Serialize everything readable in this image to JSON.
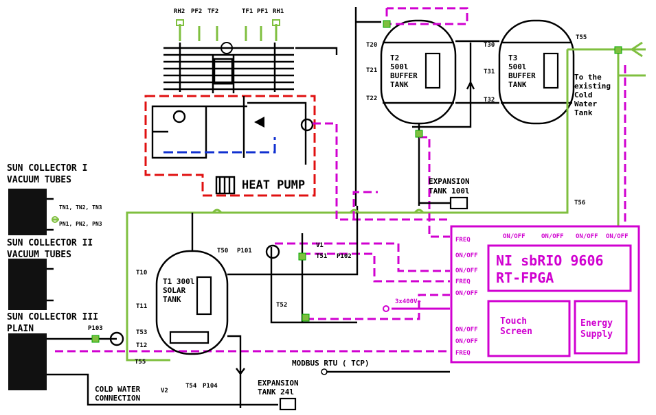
{
  "collectors": {
    "c1_title": "SUN COLLECTOR I",
    "c1_sub": "VACUUM TUBES",
    "c2_title": "SUN COLLECTOR II",
    "c2_sub": "VACUUM TUBES",
    "c3_title": "SUN COLLECTOR III",
    "c3_sub": "PLAIN",
    "sensors_t": "TN1, TN2, TN3",
    "sensors_p": "PN1, PN2, PN3"
  },
  "heat_pump": {
    "label": "HEAT PUMP",
    "top_sensors": [
      "RH2",
      "PF2",
      "TF2",
      "TF1",
      "PF1",
      "RH1"
    ]
  },
  "solar_tank": {
    "line1": "T1 300l",
    "line2": "SOLAR",
    "line3": "TANK",
    "sensors": [
      "T10",
      "T11",
      "T12",
      "T53",
      "T55",
      "T54",
      "P104",
      "T50",
      "P101",
      "T51",
      "P102",
      "T52",
      "V1",
      "V2",
      "P103"
    ]
  },
  "buffer_t2": {
    "line1": "T2",
    "line2": "500l",
    "line3": "BUFFER",
    "line4": "TANK",
    "sensors": [
      "T20",
      "T21",
      "T22"
    ]
  },
  "buffer_t3": {
    "line1": "T3",
    "line2": "500l",
    "line3": "BUFFER",
    "line4": "TANK",
    "sensors": [
      "T30",
      "T31",
      "T32"
    ]
  },
  "cold_tank_note": [
    "To the",
    "existing",
    "Cold",
    "Water",
    "Tank"
  ],
  "sensor_t55_top": "T55",
  "sensor_t56": "T56",
  "expansion_large": [
    "EXPANSION",
    "TANK 100l"
  ],
  "expansion_small": [
    "EXPANSION",
    "TANK 24l"
  ],
  "cold_water": [
    "COLD WATER",
    "CONNECTION"
  ],
  "modbus": "MODBUS RTU ( TCP)",
  "power": "3x400V~",
  "controller": {
    "title1": "NI sbRIO 9606",
    "title2": "RT-FPGA",
    "touch": [
      "Touch",
      "Screen"
    ],
    "energy": [
      "Energy",
      "Supply"
    ],
    "top_io": [
      "ON/OFF",
      "ON/OFF",
      "ON/OFF",
      "ON/OFF"
    ],
    "left_io": [
      "FREQ",
      "ON/OFF",
      "ON/OFF",
      "FREQ",
      "ON/OFF",
      "ON/OFF",
      "ON/OFF",
      "FREQ"
    ]
  },
  "colors": {
    "magenta": "#d000d0",
    "green": "#7fbf3f",
    "red": "#e01010",
    "blue": "#1030d0"
  }
}
